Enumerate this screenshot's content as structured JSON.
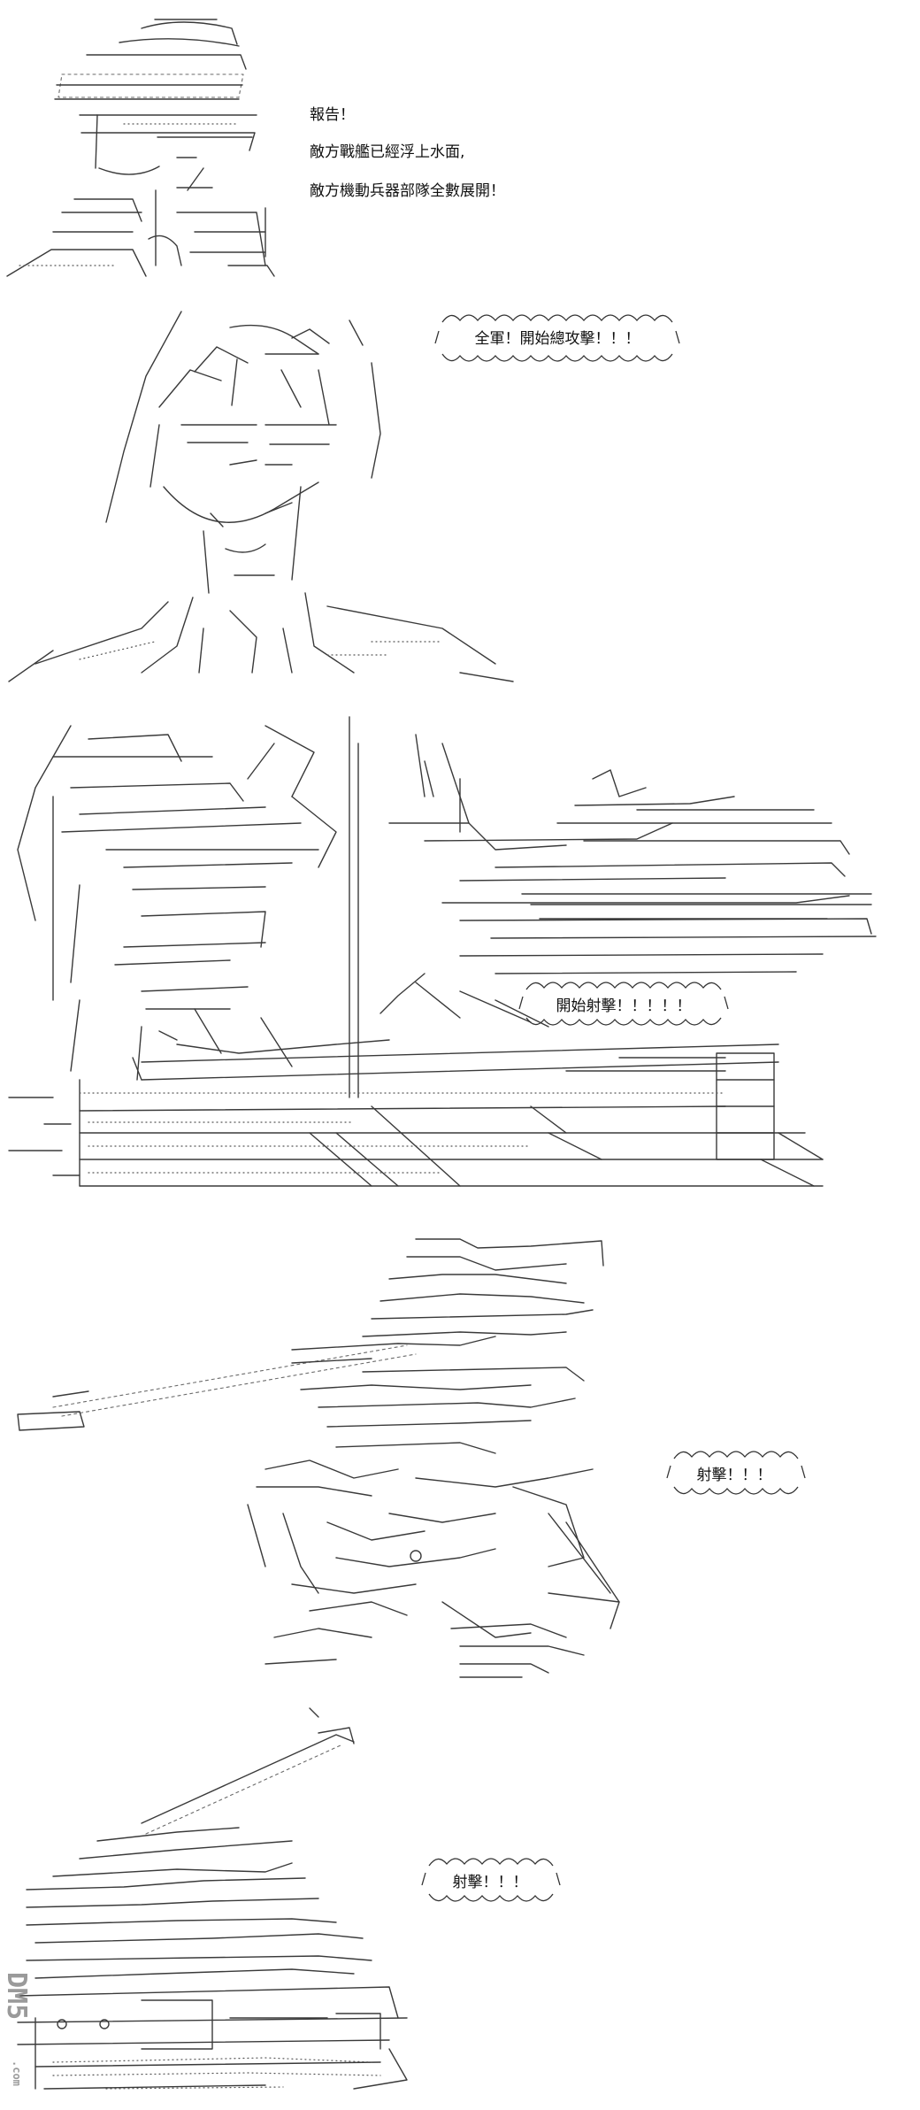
{
  "panels": [
    {
      "dialogue": [
        "報告！",
        "敵方戰艦已經浮上水面,",
        "敵方機動兵器部隊全數展開！"
      ]
    },
    {
      "shout": "全軍！開始總攻擊！！！"
    },
    {
      "shout": "開始射擊！！！！！"
    },
    {
      "shout": "射擊！！！"
    },
    {
      "shout": "射擊！！！"
    }
  ],
  "watermark": {
    "text": "DM5",
    "suffix": ".com"
  },
  "colors": {
    "ink": "#111111",
    "line": "#3a3a3a",
    "watermark": "#9a9a9a"
  }
}
